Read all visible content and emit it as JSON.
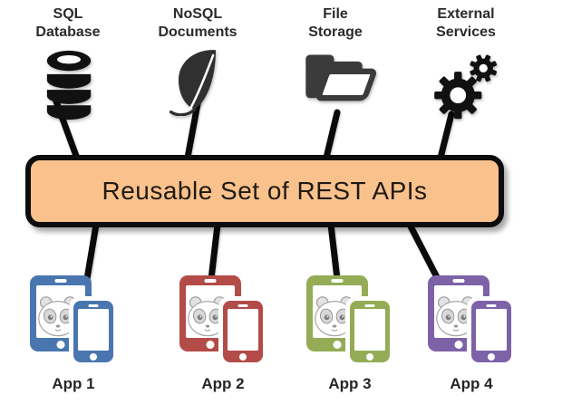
{
  "diagram": {
    "api_box": {
      "label": "Reusable Set of REST APIs"
    },
    "sources": [
      {
        "label_line1": "SQL",
        "label_line2": "Database",
        "icon": "database-icon"
      },
      {
        "label_line1": "NoSQL",
        "label_line2": "Documents",
        "icon": "leaf-icon"
      },
      {
        "label_line1": "File",
        "label_line2": "Storage",
        "icon": "folder-icon"
      },
      {
        "label_line1": "External",
        "label_line2": "Services",
        "icon": "gears-icon"
      }
    ],
    "apps": [
      {
        "label": "App 1",
        "color": "#4A76B0"
      },
      {
        "label": "App 2",
        "color": "#B34C48"
      },
      {
        "label": "App 3",
        "color": "#94AC56"
      },
      {
        "label": "App 4",
        "color": "#7D62A8"
      }
    ],
    "colors": {
      "api_box_fill": "#F9C28D",
      "api_box_border": "#0D0D0D",
      "connector_line": "#0A0A0A",
      "icon_dark_gray": "#3B3B3B",
      "icon_black": "#111111",
      "label_text": "#2B2B2B",
      "title_text": "#211A13"
    }
  }
}
